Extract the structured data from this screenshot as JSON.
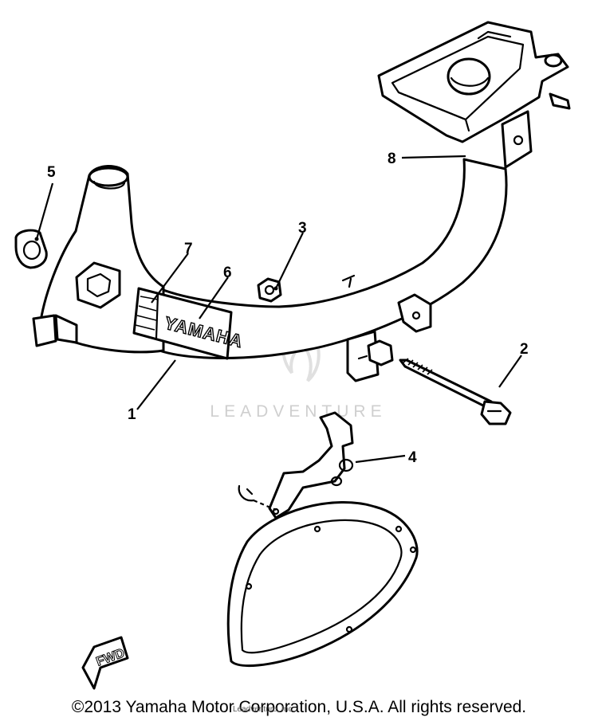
{
  "watermark": {
    "text": "LEADVENTURE"
  },
  "brand_text": "YAMAHA",
  "fwd_label": "FWD",
  "callouts": [
    {
      "id": "1",
      "label": "1"
    },
    {
      "id": "2",
      "label": "2"
    },
    {
      "id": "3",
      "label": "3"
    },
    {
      "id": "4",
      "label": "4"
    },
    {
      "id": "5",
      "label": "5"
    },
    {
      "id": "6",
      "label": "6"
    },
    {
      "id": "7",
      "label": "7"
    },
    {
      "id": "8",
      "label": "8"
    }
  ],
  "copyright": "©2013 Yamaha Motor Corporation, U.S.A. All rights reserved.",
  "overlay_text": "Leadventure, Inc."
}
